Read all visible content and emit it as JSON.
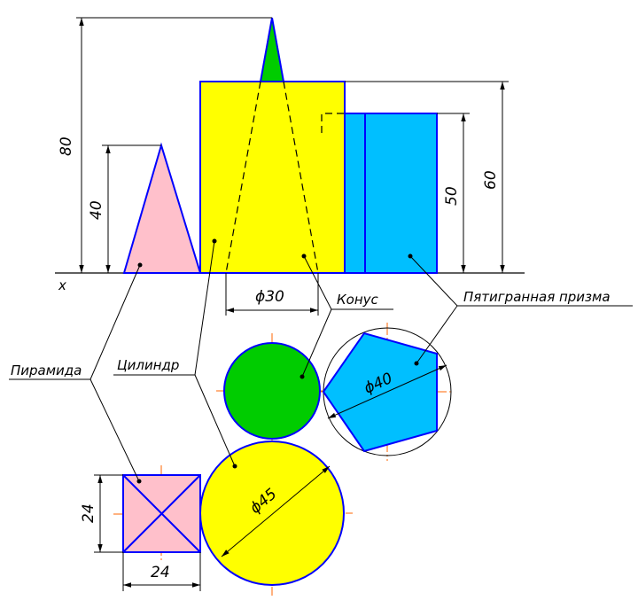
{
  "axis_label": "x",
  "labels": {
    "pyramid": "Пирамида",
    "cylinder": "Цилиндр",
    "cone": "Конус",
    "prism": "Пятигранная призма"
  },
  "dimensions": {
    "height_80": "80",
    "height_40": "40",
    "height_50": "50",
    "height_60": "60",
    "diameter_30": "ϕ30",
    "diameter_40": "ϕ40",
    "diameter_45": "ϕ45",
    "square_side_vertical": "24",
    "square_side_horizontal": "24"
  },
  "colors": {
    "pyramid": "#ffc0cb",
    "cylinder": "#ffff00",
    "cone": "#00cc00",
    "prism": "#00bfff",
    "edge": "#0000ff",
    "centerline": "#ff6600"
  }
}
